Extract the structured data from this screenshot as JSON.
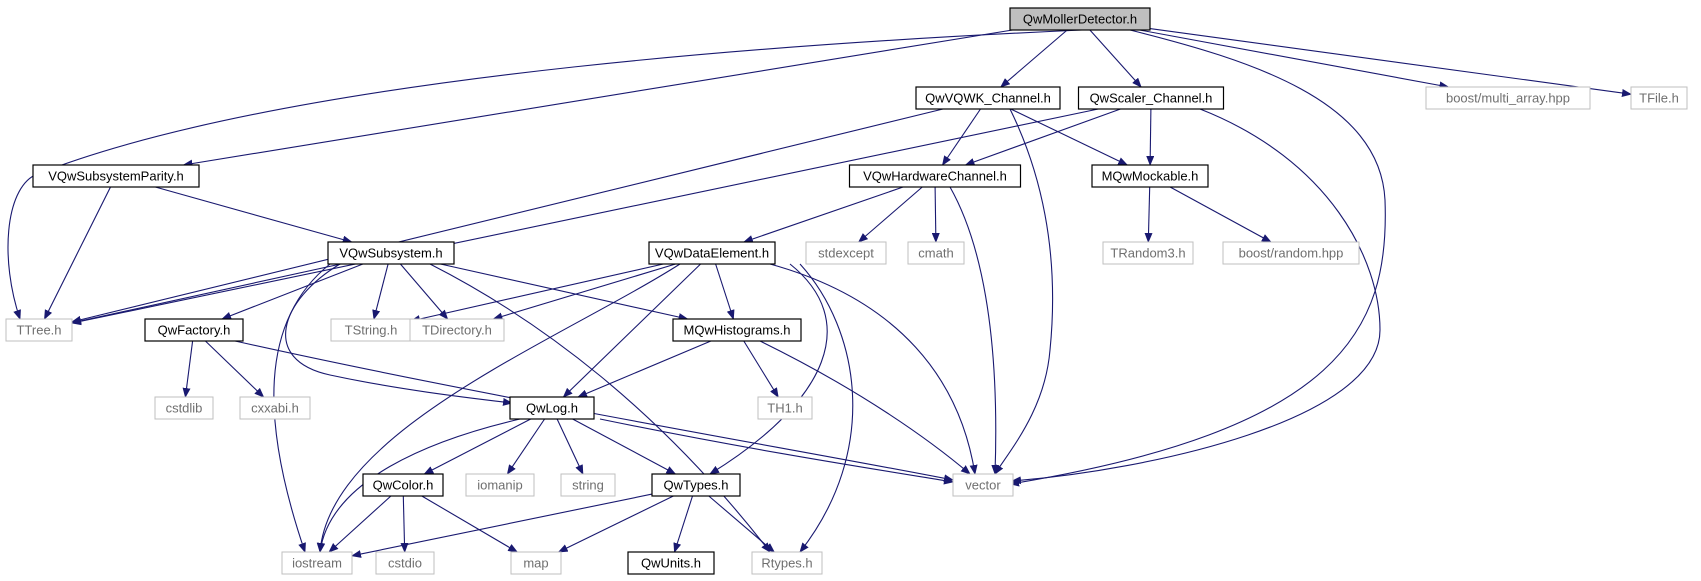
{
  "colors": {
    "root_fill": "#bfbfbf",
    "documented_border": "#000000",
    "external_border": "#bfbfbf",
    "documented_text": "#000000",
    "external_text": "#6f6f6f",
    "edge": "#191970"
  },
  "nodes": [
    {
      "id": "n0",
      "label": "QwMollerDetector.h",
      "kind": "root"
    },
    {
      "id": "n1",
      "label": "QwVQWK_Channel.h",
      "kind": "documented"
    },
    {
      "id": "n2",
      "label": "QwScaler_Channel.h",
      "kind": "documented"
    },
    {
      "id": "n3",
      "label": "boost/multi_array.hpp",
      "kind": "external"
    },
    {
      "id": "n4",
      "label": "TFile.h",
      "kind": "external"
    },
    {
      "id": "n5",
      "label": "VQwSubsystemParity.h",
      "kind": "documented"
    },
    {
      "id": "n6",
      "label": "VQwHardwareChannel.h",
      "kind": "documented"
    },
    {
      "id": "n7",
      "label": "MQwMockable.h",
      "kind": "documented"
    },
    {
      "id": "n8",
      "label": "VQwSubsystem.h",
      "kind": "documented"
    },
    {
      "id": "n9",
      "label": "VQwDataElement.h",
      "kind": "documented"
    },
    {
      "id": "n10",
      "label": "stdexcept",
      "kind": "external"
    },
    {
      "id": "n11",
      "label": "cmath",
      "kind": "external"
    },
    {
      "id": "n12",
      "label": "TRandom3.h",
      "kind": "external"
    },
    {
      "id": "n13",
      "label": "boost/random.hpp",
      "kind": "external"
    },
    {
      "id": "n14",
      "label": "TTree.h",
      "kind": "external"
    },
    {
      "id": "n15",
      "label": "QwFactory.h",
      "kind": "documented"
    },
    {
      "id": "n16",
      "label": "TString.h",
      "kind": "external"
    },
    {
      "id": "n17",
      "label": "TDirectory.h",
      "kind": "external"
    },
    {
      "id": "n18",
      "label": "MQwHistograms.h",
      "kind": "documented"
    },
    {
      "id": "n19",
      "label": "cstdlib",
      "kind": "external"
    },
    {
      "id": "n20",
      "label": "cxxabi.h",
      "kind": "external"
    },
    {
      "id": "n21",
      "label": "QwLog.h",
      "kind": "documented"
    },
    {
      "id": "n22",
      "label": "TH1.h",
      "kind": "external"
    },
    {
      "id": "n23",
      "label": "QwColor.h",
      "kind": "documented"
    },
    {
      "id": "n24",
      "label": "iomanip",
      "kind": "external"
    },
    {
      "id": "n25",
      "label": "string",
      "kind": "external"
    },
    {
      "id": "n26",
      "label": "QwTypes.h",
      "kind": "documented"
    },
    {
      "id": "n27",
      "label": "vector",
      "kind": "external"
    },
    {
      "id": "n28",
      "label": "iostream",
      "kind": "external"
    },
    {
      "id": "n29",
      "label": "cstdio",
      "kind": "external"
    },
    {
      "id": "n30",
      "label": "map",
      "kind": "external"
    },
    {
      "id": "n31",
      "label": "QwUnits.h",
      "kind": "documented"
    },
    {
      "id": "n32",
      "label": "Rtypes.h",
      "kind": "external"
    }
  ],
  "edges": [
    {
      "from": "n0",
      "to": "n1"
    },
    {
      "from": "n0",
      "to": "n2"
    },
    {
      "from": "n0",
      "to": "n3"
    },
    {
      "from": "n0",
      "to": "n4"
    },
    {
      "from": "n0",
      "to": "n5"
    },
    {
      "from": "n0",
      "to": "n14"
    },
    {
      "from": "n0",
      "to": "n27"
    },
    {
      "from": "n1",
      "to": "n6"
    },
    {
      "from": "n1",
      "to": "n7"
    },
    {
      "from": "n1",
      "to": "n14"
    },
    {
      "from": "n1",
      "to": "n27"
    },
    {
      "from": "n2",
      "to": "n6"
    },
    {
      "from": "n2",
      "to": "n7"
    },
    {
      "from": "n2",
      "to": "n14"
    },
    {
      "from": "n2",
      "to": "n27"
    },
    {
      "from": "n5",
      "to": "n8"
    },
    {
      "from": "n5",
      "to": "n14"
    },
    {
      "from": "n6",
      "to": "n9"
    },
    {
      "from": "n6",
      "to": "n10"
    },
    {
      "from": "n6",
      "to": "n11"
    },
    {
      "from": "n6",
      "to": "n27"
    },
    {
      "from": "n7",
      "to": "n12"
    },
    {
      "from": "n7",
      "to": "n13"
    },
    {
      "from": "n8",
      "to": "n14"
    },
    {
      "from": "n8",
      "to": "n15"
    },
    {
      "from": "n8",
      "to": "n16"
    },
    {
      "from": "n8",
      "to": "n17"
    },
    {
      "from": "n8",
      "to": "n18"
    },
    {
      "from": "n8",
      "to": "n21"
    },
    {
      "from": "n8",
      "to": "n28"
    },
    {
      "from": "n8",
      "to": "n32"
    },
    {
      "from": "n9",
      "to": "n16"
    },
    {
      "from": "n9",
      "to": "n17"
    },
    {
      "from": "n9",
      "to": "n18"
    },
    {
      "from": "n9",
      "to": "n21"
    },
    {
      "from": "n9",
      "to": "n26"
    },
    {
      "from": "n9",
      "to": "n27"
    },
    {
      "from": "n9",
      "to": "n28"
    },
    {
      "from": "n9",
      "to": "n32"
    },
    {
      "from": "n15",
      "to": "n19"
    },
    {
      "from": "n15",
      "to": "n20"
    },
    {
      "from": "n15",
      "to": "n27"
    },
    {
      "from": "n18",
      "to": "n21"
    },
    {
      "from": "n18",
      "to": "n22"
    },
    {
      "from": "n18",
      "to": "n27"
    },
    {
      "from": "n21",
      "to": "n23"
    },
    {
      "from": "n21",
      "to": "n24"
    },
    {
      "from": "n21",
      "to": "n25"
    },
    {
      "from": "n21",
      "to": "n26"
    },
    {
      "from": "n21",
      "to": "n27"
    },
    {
      "from": "n21",
      "to": "n28"
    },
    {
      "from": "n23",
      "to": "n28"
    },
    {
      "from": "n23",
      "to": "n29"
    },
    {
      "from": "n23",
      "to": "n30"
    },
    {
      "from": "n26",
      "to": "n28"
    },
    {
      "from": "n26",
      "to": "n30"
    },
    {
      "from": "n26",
      "to": "n31"
    },
    {
      "from": "n26",
      "to": "n32"
    }
  ]
}
